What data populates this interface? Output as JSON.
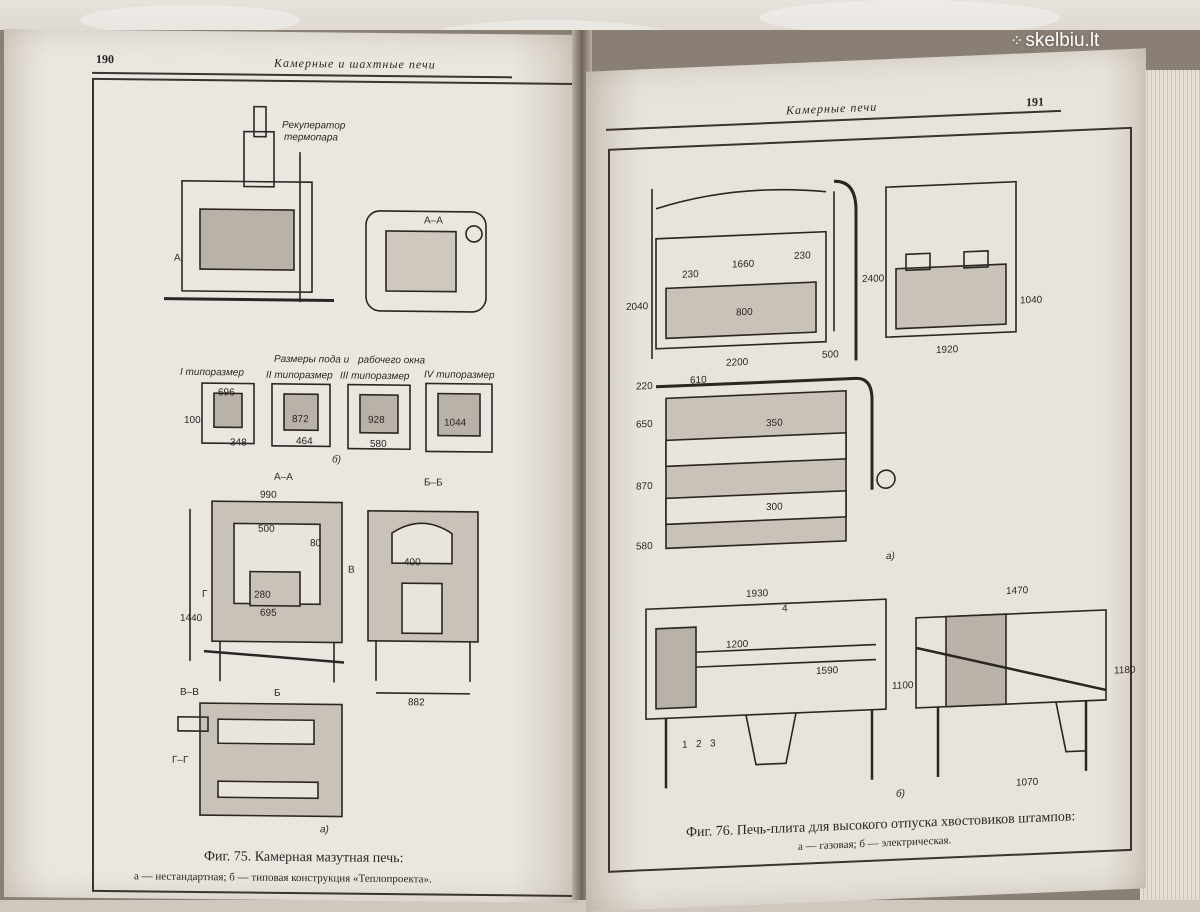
{
  "left_page": {
    "page_number": "190",
    "running_head": "Камерные и шахтные печи",
    "figure_labels": {
      "recuperator": "Рекуператор",
      "thermocouple": "термопара",
      "tag_a": "А",
      "section_aa": "А–А",
      "section_bb": "Б–Б",
      "section_vv": "В–В",
      "section_gg": "Г–Г",
      "hearth_title_1": "Размеры пода и",
      "hearth_title_2": "рабочего окна",
      "size_1": "I типоразмер",
      "size_2": "II типоразмер",
      "size_3": "III типоразмер",
      "size_4": "IV типоразмер",
      "sub_a": "а)",
      "sub_b": "б)",
      "letter_b": "Б",
      "letter_v": "В",
      "letter_g": "Г"
    },
    "dimensions": {
      "d696": "696",
      "d100": "100",
      "d348": "348",
      "d872": "872",
      "d464": "464",
      "d928": "928",
      "d580": "580",
      "d1044": "1044",
      "d990": "990",
      "d500": "500",
      "d280": "280",
      "d695": "695",
      "d1440": "1440",
      "d400": "400",
      "d882": "882",
      "d80": "80"
    },
    "caption_title": "Фиг. 75. Камерная мазутная печь:",
    "caption_sub": "а — нестандартная; б — типовая конструкция «Теплопроекта»."
  },
  "right_page": {
    "page_number": "191",
    "running_head": "Камерные печи",
    "dimensions": {
      "d230a": "230",
      "d1660": "1660",
      "d230b": "230",
      "d2200": "2200",
      "d500": "500",
      "d220": "220",
      "d610": "610",
      "d800": "800",
      "d2040": "2040",
      "d2400": "2400",
      "d1920": "1920",
      "d1040": "1040",
      "d650": "650",
      "d870": "870",
      "d580": "580",
      "d350": "350",
      "d300": "300",
      "d1930": "1930",
      "d1470": "1470",
      "d1200": "1200",
      "d1590": "1590",
      "d1100": "1100",
      "d1180": "1180",
      "d1070": "1070",
      "n1": "1",
      "n2": "2",
      "n3": "3",
      "n4": "4"
    },
    "sub_a": "а)",
    "sub_b": "б)",
    "caption_title": "Фиг. 76. Печь-плита для высокого отпуска хвостовиков штампов:",
    "caption_sub": "а — газовая; б — электрическая."
  },
  "watermark": {
    "text": "skelbiu.lt"
  },
  "colors": {
    "paper": "#e9e5dd",
    "ink": "#2b2623",
    "background": "#cfc8bf"
  }
}
